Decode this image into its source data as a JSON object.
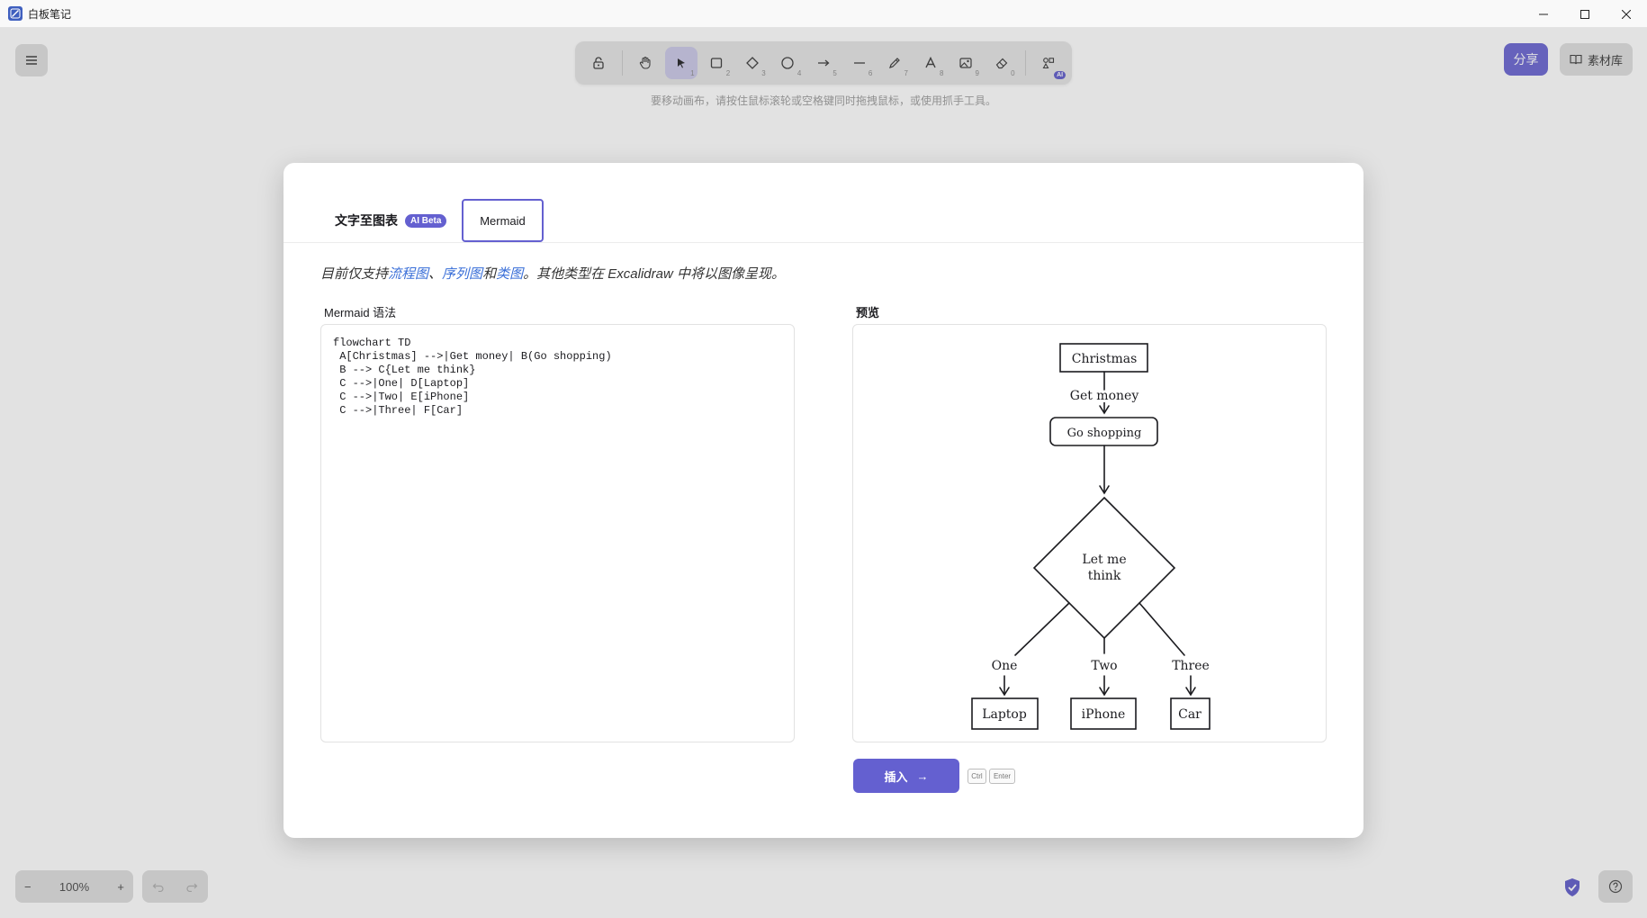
{
  "window": {
    "title": "白板笔记"
  },
  "toolbar": {
    "tools": [
      {
        "name": "lock-tool",
        "num": ""
      },
      {
        "name": "hand-tool",
        "num": ""
      },
      {
        "name": "select-tool",
        "num": "1"
      },
      {
        "name": "rectangle-tool",
        "num": "2"
      },
      {
        "name": "diamond-tool",
        "num": "3"
      },
      {
        "name": "ellipse-tool",
        "num": "4"
      },
      {
        "name": "arrow-tool",
        "num": "5"
      },
      {
        "name": "line-tool",
        "num": "6"
      },
      {
        "name": "pencil-tool",
        "num": "7"
      },
      {
        "name": "text-tool",
        "num": "8"
      },
      {
        "name": "image-tool",
        "num": "9"
      },
      {
        "name": "eraser-tool",
        "num": "0"
      }
    ],
    "ai_badge": "AI"
  },
  "hint": "要移动画布，请按住鼠标滚轮或空格键同时拖拽鼠标，或使用抓手工具。",
  "header": {
    "share_label": "分享",
    "library_label": "素材库"
  },
  "zoom": {
    "level": "100%",
    "minus": "−",
    "plus": "+"
  },
  "dialog": {
    "tab_text_to_diagram": "文字至图表",
    "tab_ai_beta": "AI Beta",
    "tab_mermaid": "Mermaid",
    "support_prefix": "目前仅支持",
    "support_flowchart": "流程图",
    "support_sep": "、",
    "support_sequence": "序列图",
    "support_and": "和",
    "support_class": "类图",
    "support_suffix": "。其他类型在 Excalidraw 中将以图像呈现。",
    "mermaid_label": "Mermaid 语法",
    "preview_label": "预览",
    "code": "flowchart TD\n A[Christmas] -->|Get money| B(Go shopping)\n B --> C{Let me think}\n C -->|One| D[Laptop]\n C -->|Two| E[iPhone]\n C -->|Three| F[Car]",
    "insert_label": "插入",
    "insert_arrow": "→",
    "kbd_ctrl": "Ctrl",
    "kbd_enter": "Enter"
  },
  "preview": {
    "node_a": "Christmas",
    "edge_ab": "Get money",
    "node_b": "Go shopping",
    "node_c_line1": "Let me",
    "node_c_line2": "think",
    "edge_one": "One",
    "edge_two": "Two",
    "edge_three": "Three",
    "node_d": "Laptop",
    "node_e": "iPhone",
    "node_f": "Car"
  },
  "colors": {
    "accent": "#6460d0",
    "link": "#3a6fd8"
  }
}
